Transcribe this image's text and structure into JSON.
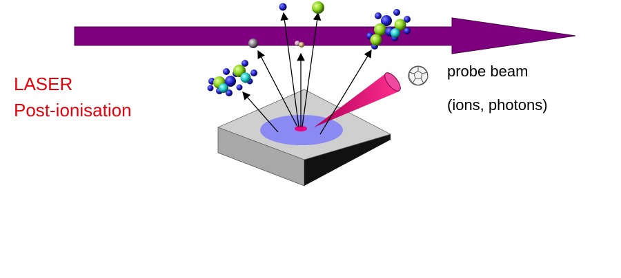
{
  "labels": {
    "laser_line1": "LASER",
    "laser_line2": "Post-ionisation",
    "probe_line1": "probe beam",
    "probe_line2": "(ions, photons)"
  },
  "colors": {
    "laser_beam": "#7f007f",
    "label_red": "#e8000b",
    "probe_cone": "#d4006a",
    "crater": "#8a8af2",
    "impact_spot": "#e6007e",
    "sample_top": "#c9c9c9",
    "sample_side": "#9a9a9a",
    "sample_edge": "#101010",
    "atom_nitrogen": "#1c1cc8",
    "atom_carbon": "#8ad21e",
    "atom_cyan": "#20c8c8"
  },
  "icons": {
    "laser_beam": "arrow-right-icon",
    "probe_projectile": "fullerene-icon",
    "probe_cone": "cone-icon"
  }
}
